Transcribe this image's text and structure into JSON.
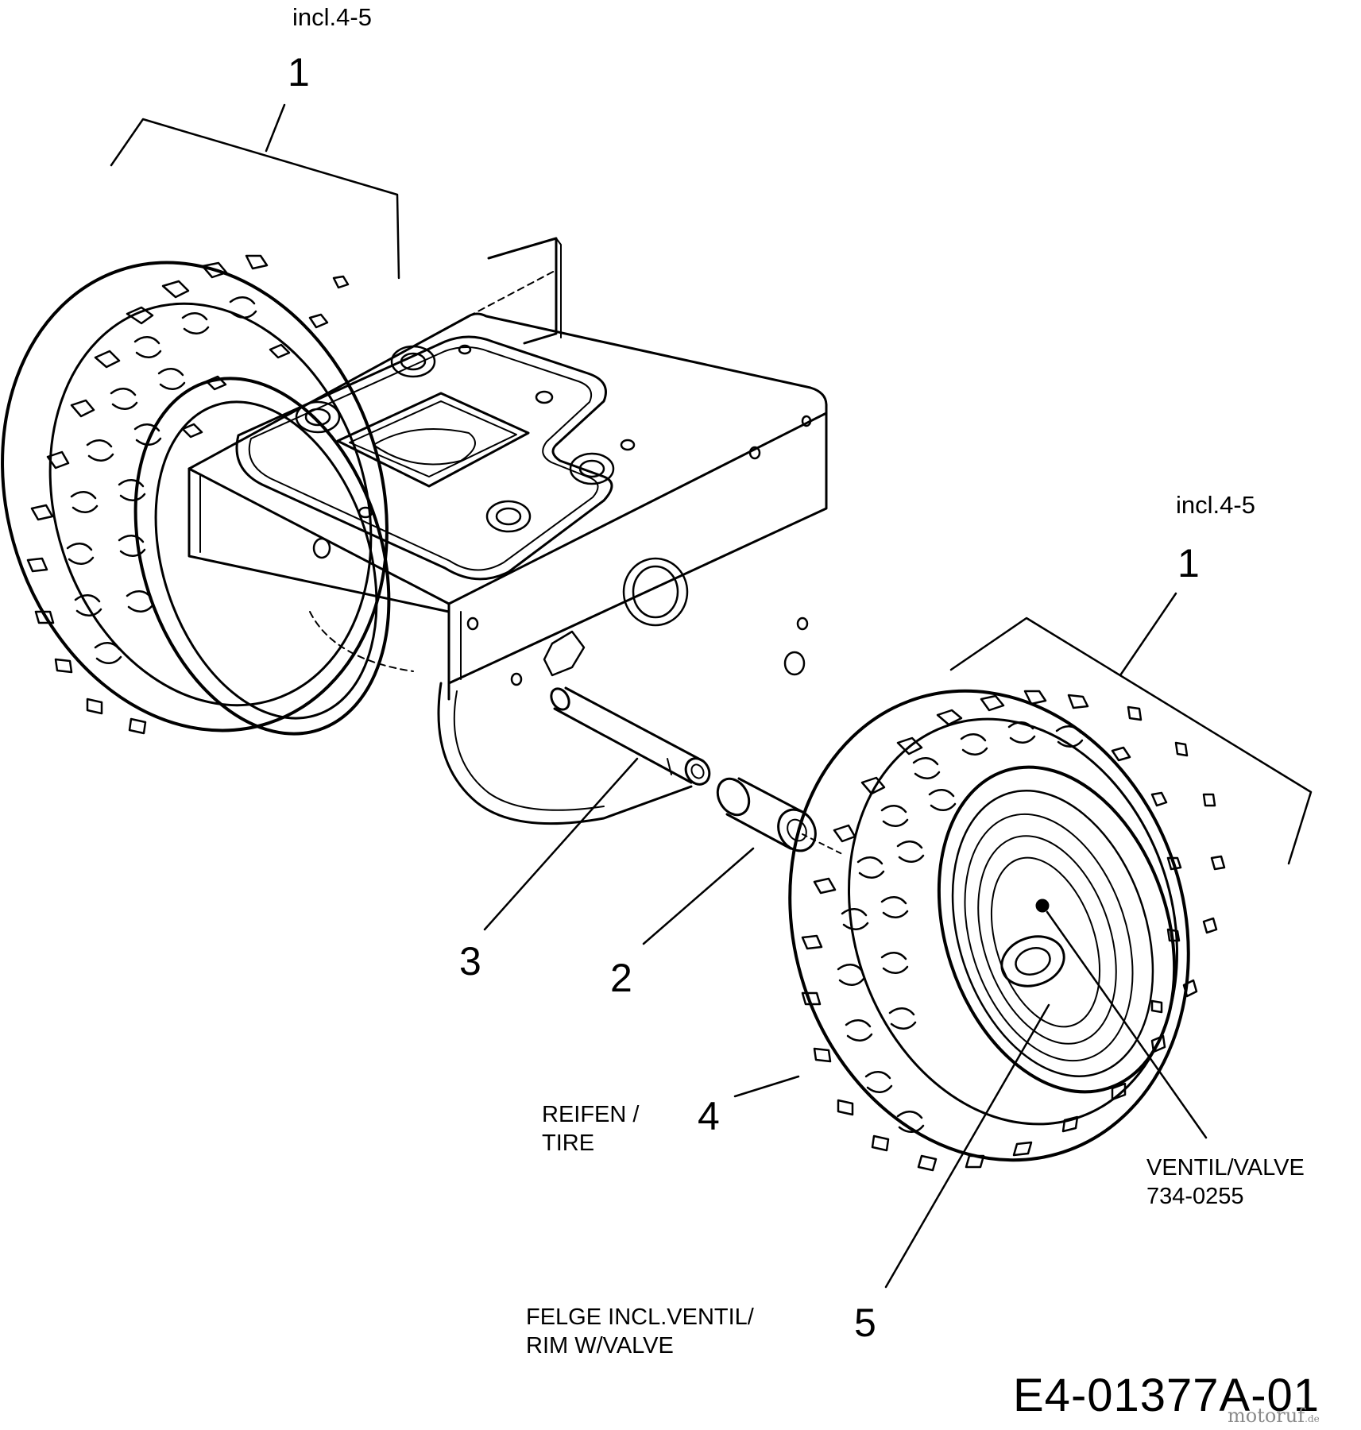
{
  "callouts": {
    "left_incl": "incl.4-5",
    "left_num": "1",
    "right_incl": "incl.4-5",
    "right_num": "1",
    "axle_num": "3",
    "spacer_num": "2",
    "tire_num": "4",
    "rim_num": "5"
  },
  "descriptions": {
    "tire": "REIFEN /\nTIRE",
    "valve": "VENTIL/VALVE\n734-0255",
    "rim": "FELGE INCL.VENTIL/\nRIM W/VALVE"
  },
  "diagram_code": "E4-01377A-01",
  "watermark": {
    "text": "motoruf",
    "suffix": ".de",
    "color": "#8a8a8a"
  }
}
